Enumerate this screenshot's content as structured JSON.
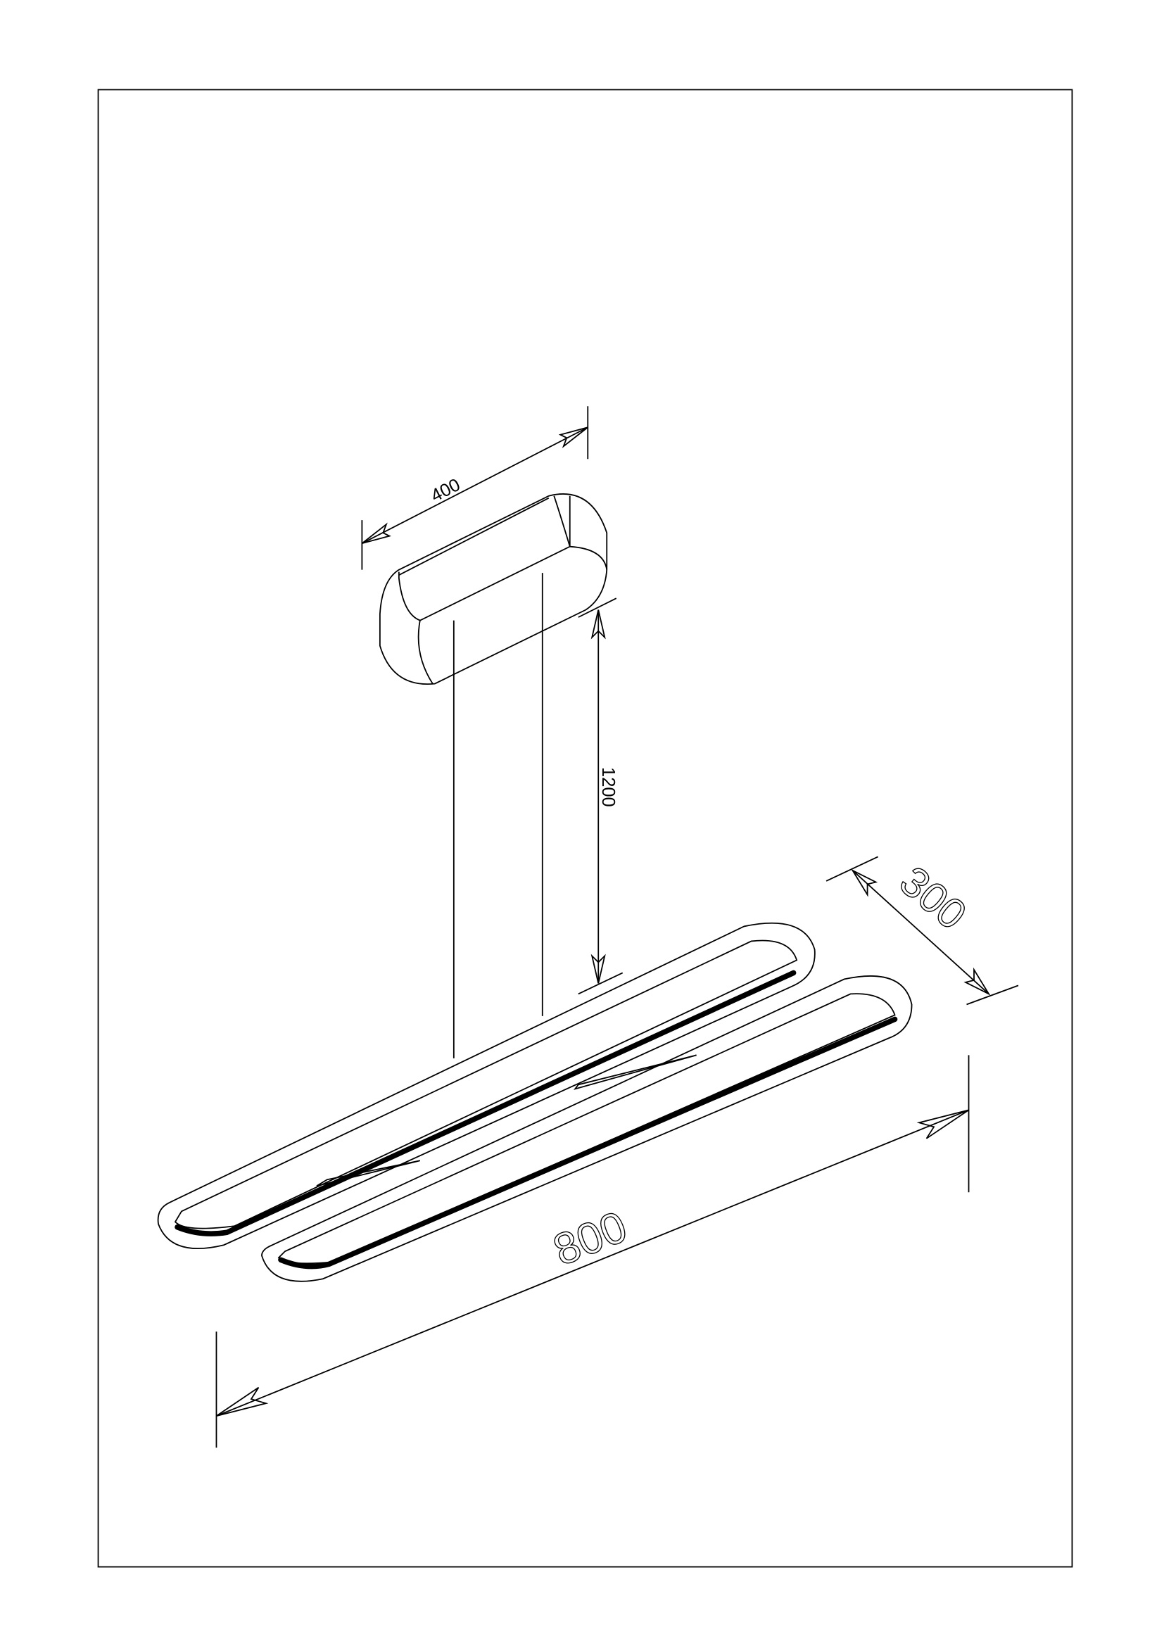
{
  "drawing": {
    "title": "Pendant lamp dimension drawing",
    "dimensions": {
      "canopy_length": "400",
      "suspension_height": "1200",
      "bar_spacing": "300",
      "overall_length": "800"
    }
  }
}
